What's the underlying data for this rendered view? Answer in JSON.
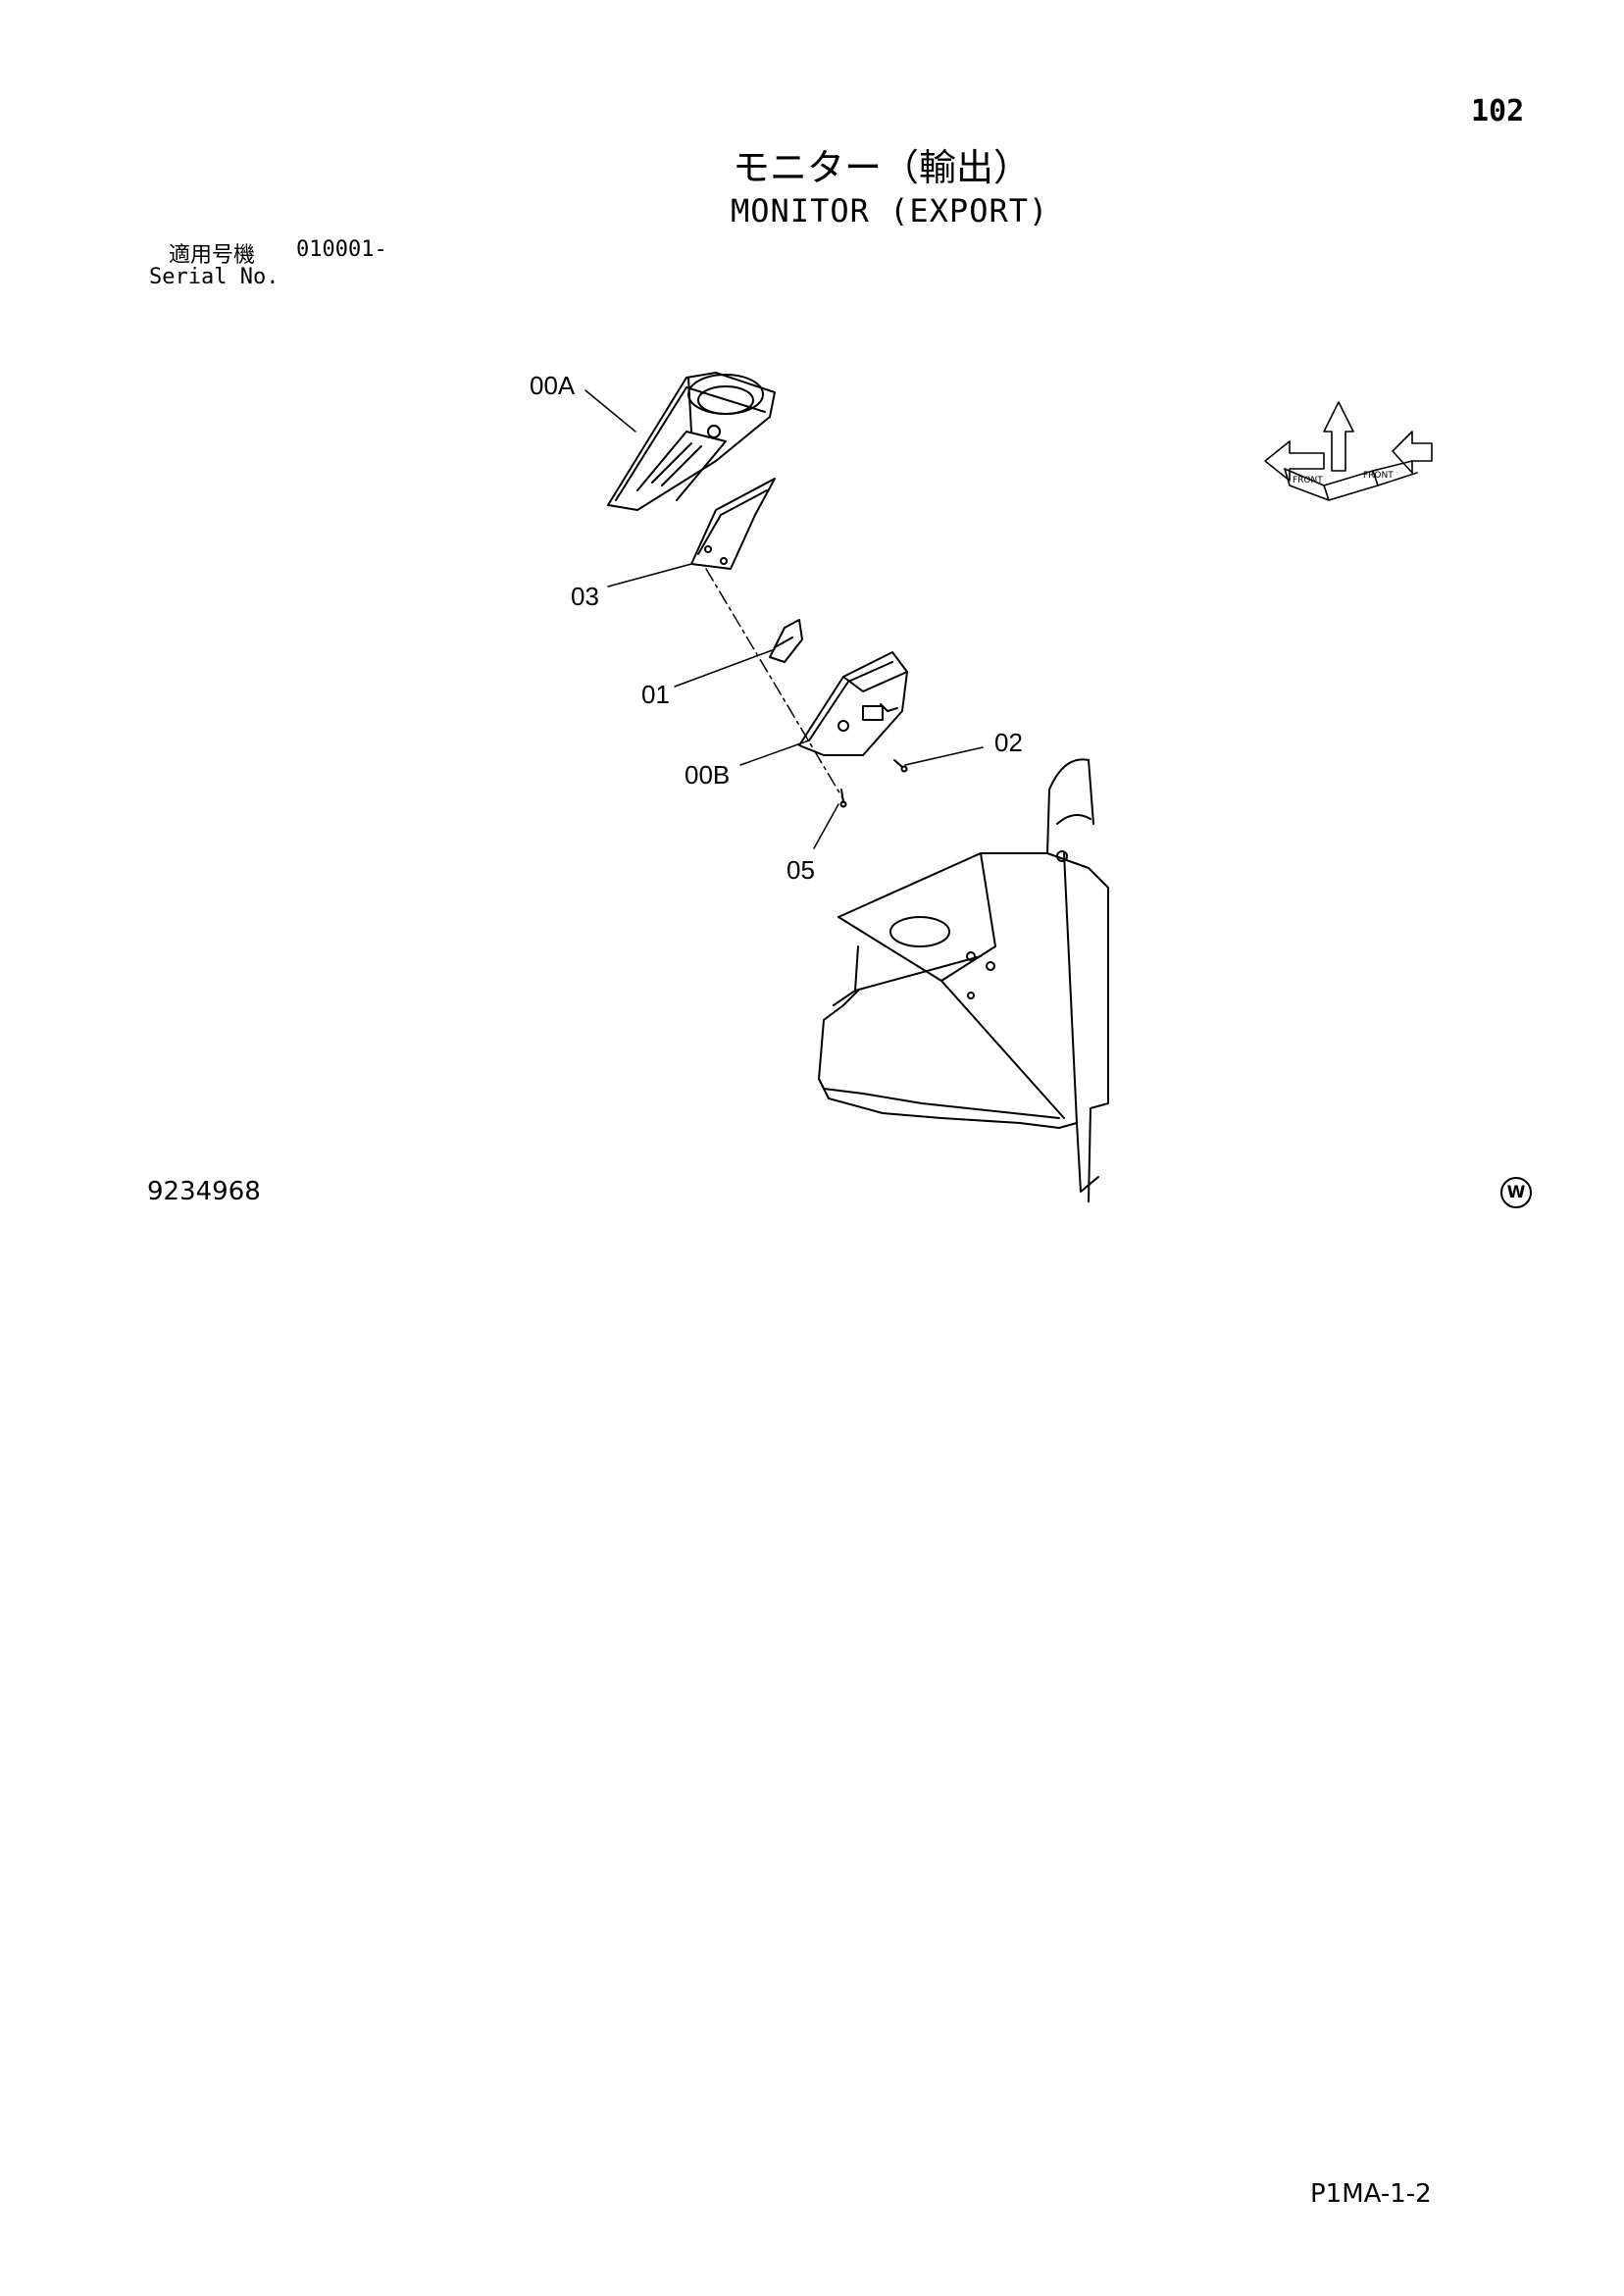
{
  "page": {
    "number": "102",
    "title_jp": "モニター（輸出）",
    "title_en": "MONITOR (EXPORT)",
    "serial_label_jp": "適用号機",
    "serial_value": "010001-",
    "serial_label_en": "Serial No.",
    "drawing_number": "9234968",
    "maker_mark": "W",
    "sheet_code": "P1MA-1-2"
  },
  "callouts": {
    "c00A": "00A",
    "c03": "03",
    "c01": "01",
    "c00B": "00B",
    "c02": "02",
    "c05": "05"
  },
  "orientation": {
    "label_front_left": "FRONT",
    "label_front_right": "FRONT"
  }
}
